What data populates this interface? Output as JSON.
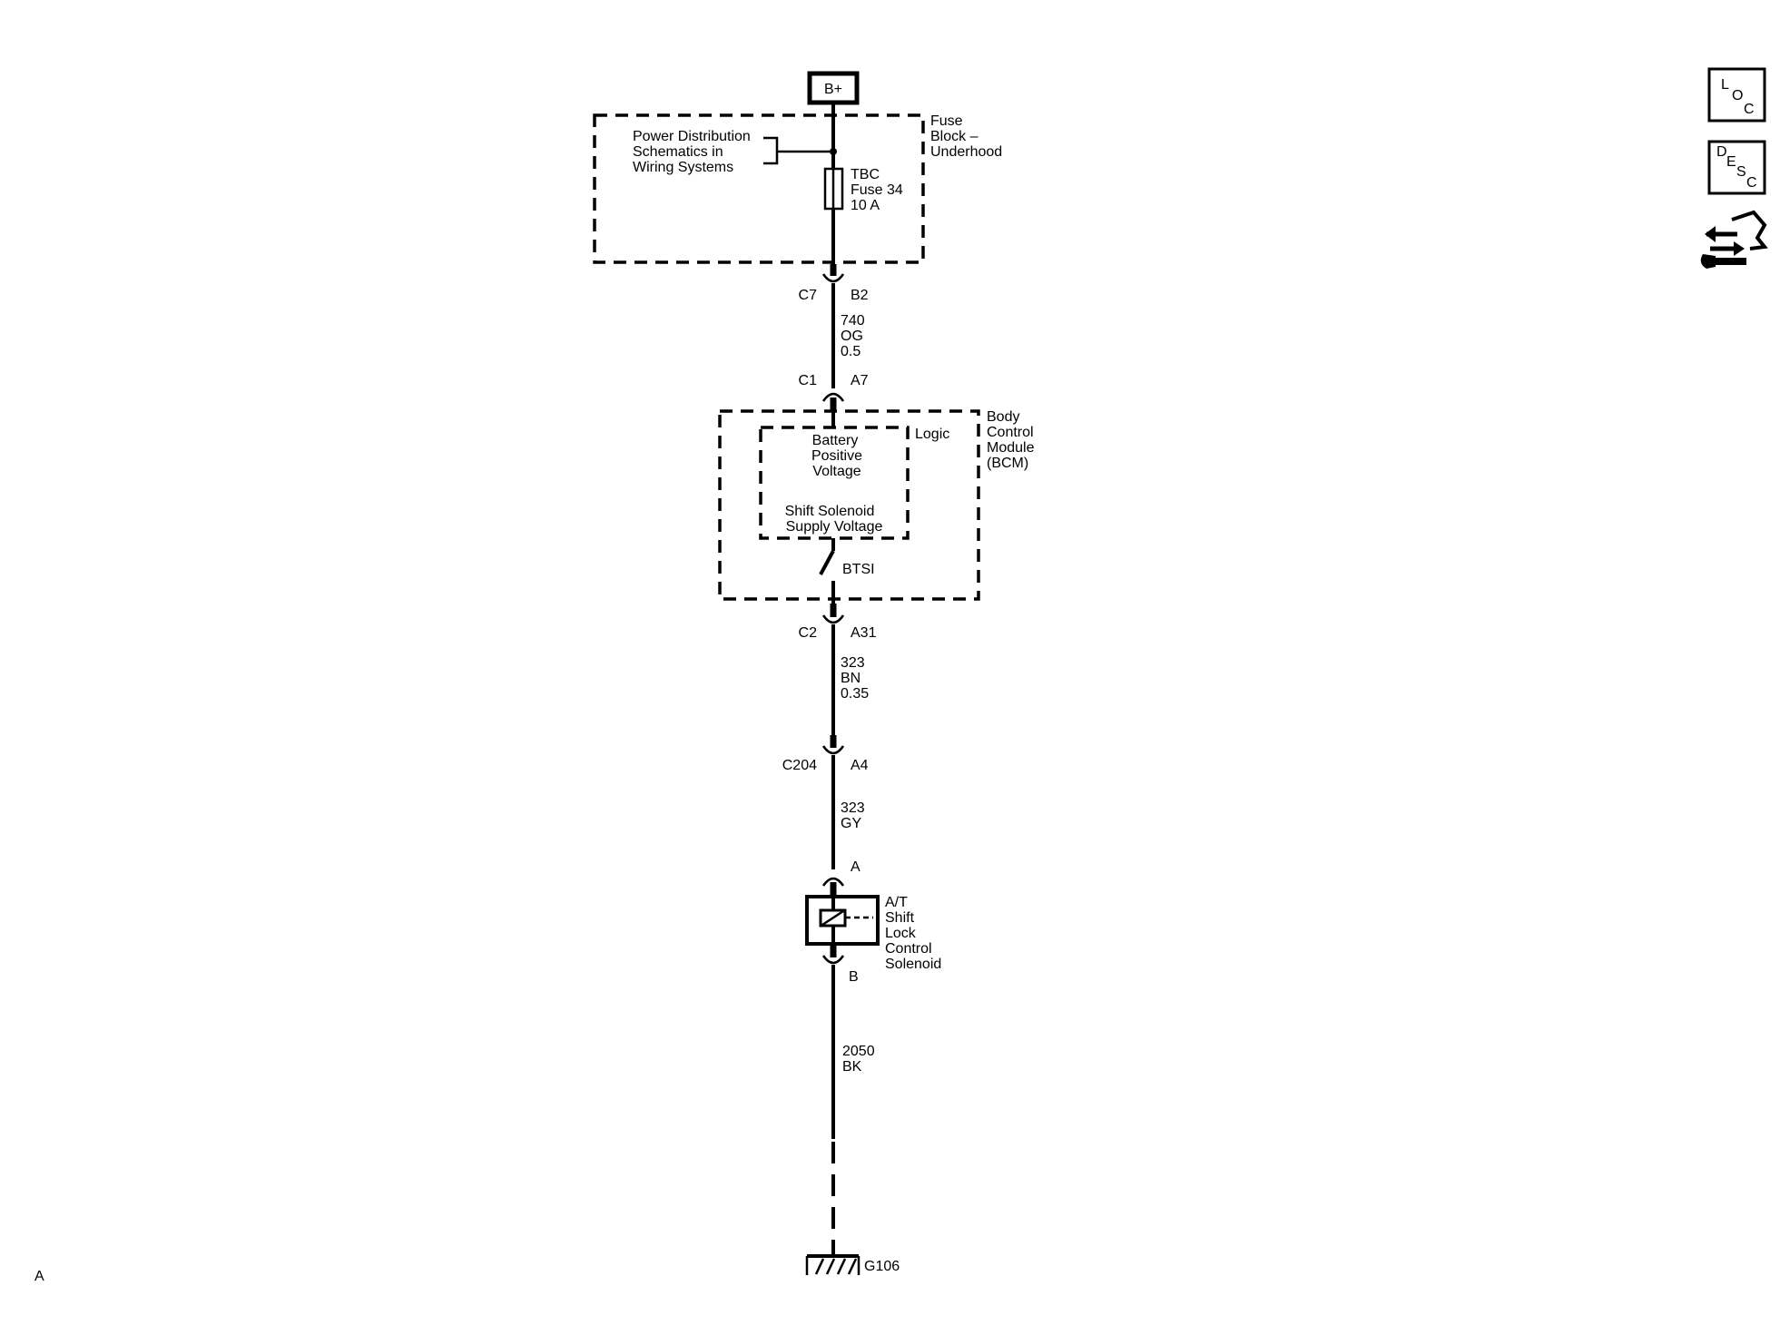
{
  "power": {
    "source": "B+"
  },
  "fuse_block": {
    "name": [
      "Fuse",
      "Block –",
      "Underhood"
    ],
    "reference": [
      "Power Distribution",
      "Schematics in",
      "Wiring Systems"
    ],
    "fuse": [
      "TBC",
      "Fuse 34",
      "10 A"
    ]
  },
  "connectors": {
    "c7": {
      "id": "C7",
      "pin": "B2"
    },
    "c1": {
      "id": "C1",
      "pin": "A7"
    },
    "c2": {
      "id": "C2",
      "pin": "A31"
    },
    "c204": {
      "id": "C204",
      "pin": "A4"
    },
    "sol_a": {
      "pin": "A"
    },
    "sol_b": {
      "pin": "B"
    }
  },
  "wires": {
    "w740": [
      "740",
      "OG",
      "0.5"
    ],
    "w323bn": [
      "323",
      "BN",
      "0.35"
    ],
    "w323gy": [
      "323",
      "GY"
    ],
    "w2050": [
      "2050",
      "BK"
    ]
  },
  "bcm": {
    "name": [
      "Body",
      "Control",
      "Module",
      "(BCM)"
    ],
    "logic_label": "Logic",
    "battery_voltage": [
      "Battery",
      "Positive",
      "Voltage"
    ],
    "supply_voltage": [
      "Shift Solenoid",
      "Supply Voltage"
    ],
    "switch_label": "BTSI"
  },
  "solenoid": {
    "name": [
      "A/T",
      "Shift",
      "Lock",
      "Control",
      "Solenoid"
    ]
  },
  "ground": {
    "id": "G106"
  },
  "page_marker": "A",
  "side_buttons": {
    "loc": [
      "L",
      "O",
      "C"
    ],
    "desc": [
      "D",
      "E",
      "S",
      "C"
    ]
  }
}
